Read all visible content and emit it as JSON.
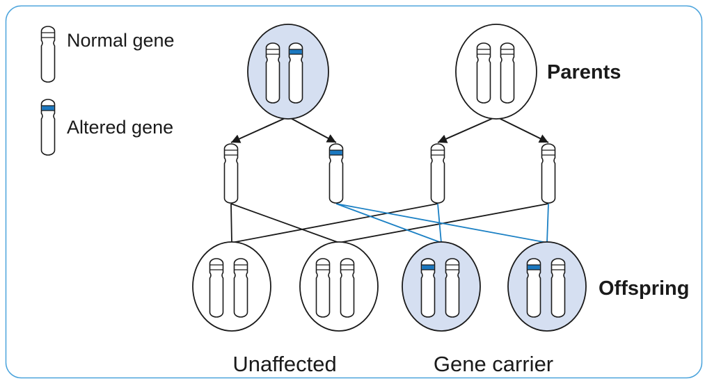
{
  "legend": {
    "normal_label": "Normal gene",
    "altered_label": "Altered gene"
  },
  "labels": {
    "parents": "Parents",
    "offspring": "Offspring",
    "unaffected": "Unaffected",
    "gene_carrier": "Gene carrier"
  },
  "colors": {
    "frame": "#4aa3dc",
    "carrier_fill": "#d5dff1",
    "altered_gene": "#1b78c0",
    "carrier_line": "#1b80c4",
    "outline": "#1a1a1a"
  },
  "parents": [
    {
      "carrier": true,
      "genes_altered": [
        false,
        true
      ]
    },
    {
      "carrier": false,
      "genes_altered": [
        false,
        false
      ]
    }
  ],
  "gametes": [
    {
      "from_parent": 0,
      "altered": false
    },
    {
      "from_parent": 0,
      "altered": true
    },
    {
      "from_parent": 1,
      "altered": false
    },
    {
      "from_parent": 1,
      "altered": false
    }
  ],
  "offspring": [
    {
      "carrier": false,
      "genes_altered": [
        false,
        false
      ],
      "from_gametes": [
        0,
        2
      ]
    },
    {
      "carrier": false,
      "genes_altered": [
        false,
        false
      ],
      "from_gametes": [
        0,
        3
      ]
    },
    {
      "carrier": true,
      "genes_altered": [
        true,
        false
      ],
      "from_gametes": [
        1,
        2
      ]
    },
    {
      "carrier": true,
      "genes_altered": [
        true,
        false
      ],
      "from_gametes": [
        1,
        3
      ]
    }
  ]
}
